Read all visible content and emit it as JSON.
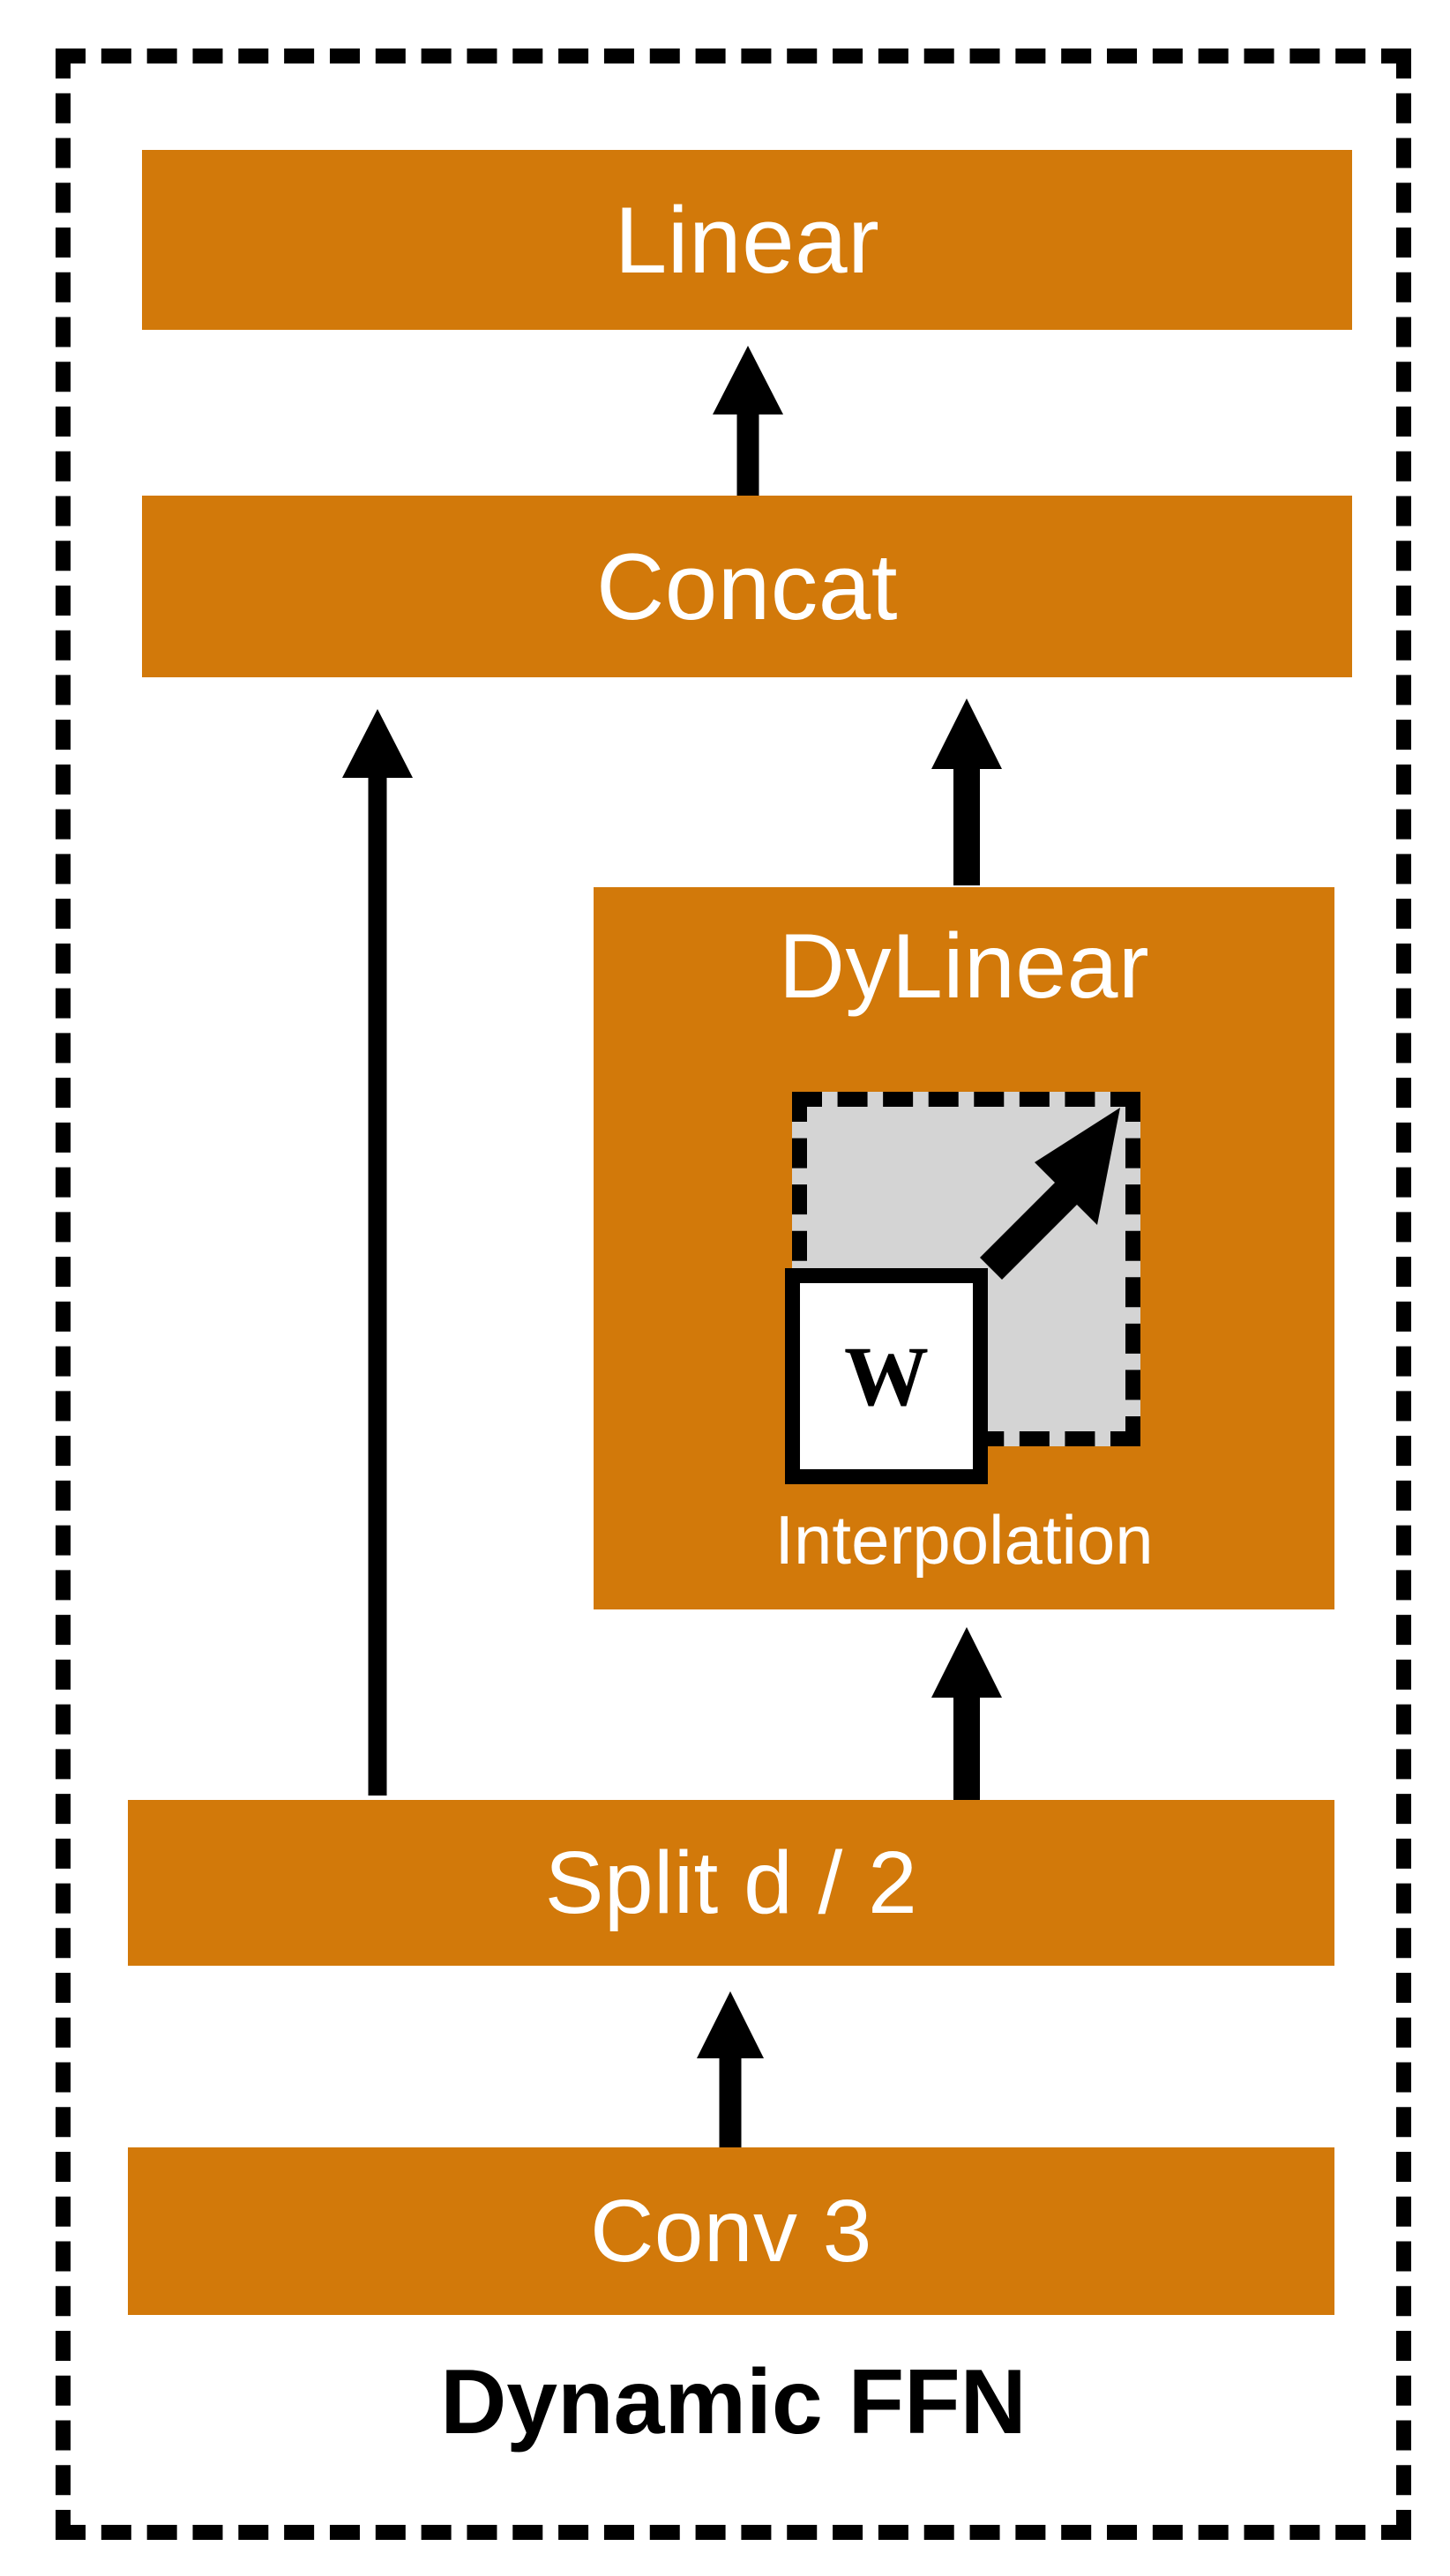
{
  "diagram": {
    "caption": "Dynamic FFN",
    "colors": {
      "block_fill": "#d2790a",
      "block_text": "#ffffff",
      "stroke": "#000000",
      "interp_fill": "#d4d4d4",
      "weight_fill": "#ffffff",
      "background": "#ffffff"
    },
    "blocks": [
      {
        "id": "linear",
        "label": "Linear"
      },
      {
        "id": "concat",
        "label": "Concat"
      },
      {
        "id": "dylinear",
        "label": "DyLinear"
      },
      {
        "id": "split",
        "label": "Split d / 2"
      },
      {
        "id": "conv",
        "label": "Conv 3"
      }
    ],
    "dylinear": {
      "title": "DyLinear",
      "caption": "Interpolation",
      "weight_label": "W",
      "interp_icon": "resize-arrow-icon"
    },
    "edges": [
      {
        "id": "concat-to-linear",
        "from": "Concat",
        "to": "Linear",
        "icon": "arrow-up-icon"
      },
      {
        "id": "split-to-concat",
        "from": "Split d / 2",
        "to": "Concat",
        "icon": "arrow-up-icon"
      },
      {
        "id": "dylinear-to-concat",
        "from": "DyLinear",
        "to": "Concat",
        "icon": "arrow-up-icon"
      },
      {
        "id": "split-to-dylinear",
        "from": "Split d / 2",
        "to": "DyLinear",
        "icon": "arrow-up-icon"
      },
      {
        "id": "conv-to-split",
        "from": "Conv 3",
        "to": "Split d / 2",
        "icon": "arrow-up-icon"
      }
    ]
  }
}
